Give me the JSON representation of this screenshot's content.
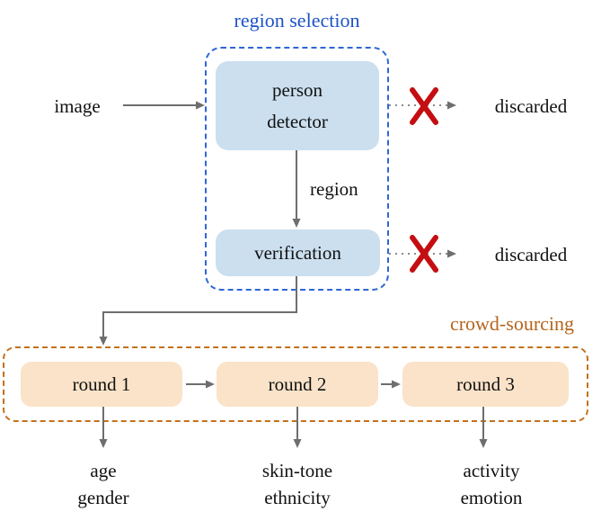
{
  "groups": {
    "region_selection_title": "region selection",
    "crowd_sourcing_title": "crowd-sourcing"
  },
  "nodes": {
    "image_label": "image",
    "person_detector": "person\ndetector",
    "verification": "verification",
    "round1": "round 1",
    "round2": "round 2",
    "round3": "round 3"
  },
  "edges": {
    "region_label": "region",
    "discarded_top": "discarded",
    "discarded_bottom": "discarded"
  },
  "outputs": {
    "round1": "age\ngender",
    "round2": "skin-tone\nethnicity",
    "round3": "activity\nemotion"
  },
  "colors": {
    "region_selection_blue": "#1d53c6",
    "blue_container_border": "#2e66d6",
    "node_fill_blue": "#cbdfef",
    "crowd_sourcing_orange": "#b5651d",
    "orange_container_border": "#c4711c",
    "node_fill_peach": "#fae3c9",
    "reject_x_red": "#c40e12",
    "arrow_gray": "#6e6e6e",
    "dotted_gray": "#8c8c8c",
    "text_black": "#111111"
  }
}
